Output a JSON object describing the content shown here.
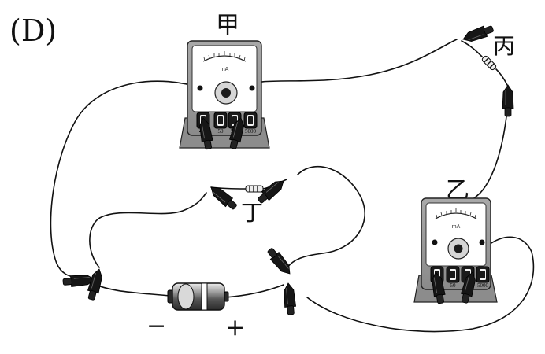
{
  "diagram": {
    "option_label": "(D)",
    "meters": {
      "jia": {
        "name": "甲",
        "terminals": [
          "",
          "50",
          "500",
          "5000"
        ],
        "scale_mark": "mA"
      },
      "yi": {
        "name": "乙",
        "terminals": [
          "",
          "50",
          "500",
          "5000"
        ],
        "scale_mark": "mA"
      }
    },
    "resistors": {
      "bing": {
        "name": "丙"
      },
      "ding": {
        "name": "丁"
      }
    },
    "battery": {
      "negative": "−",
      "positive": "+"
    }
  }
}
